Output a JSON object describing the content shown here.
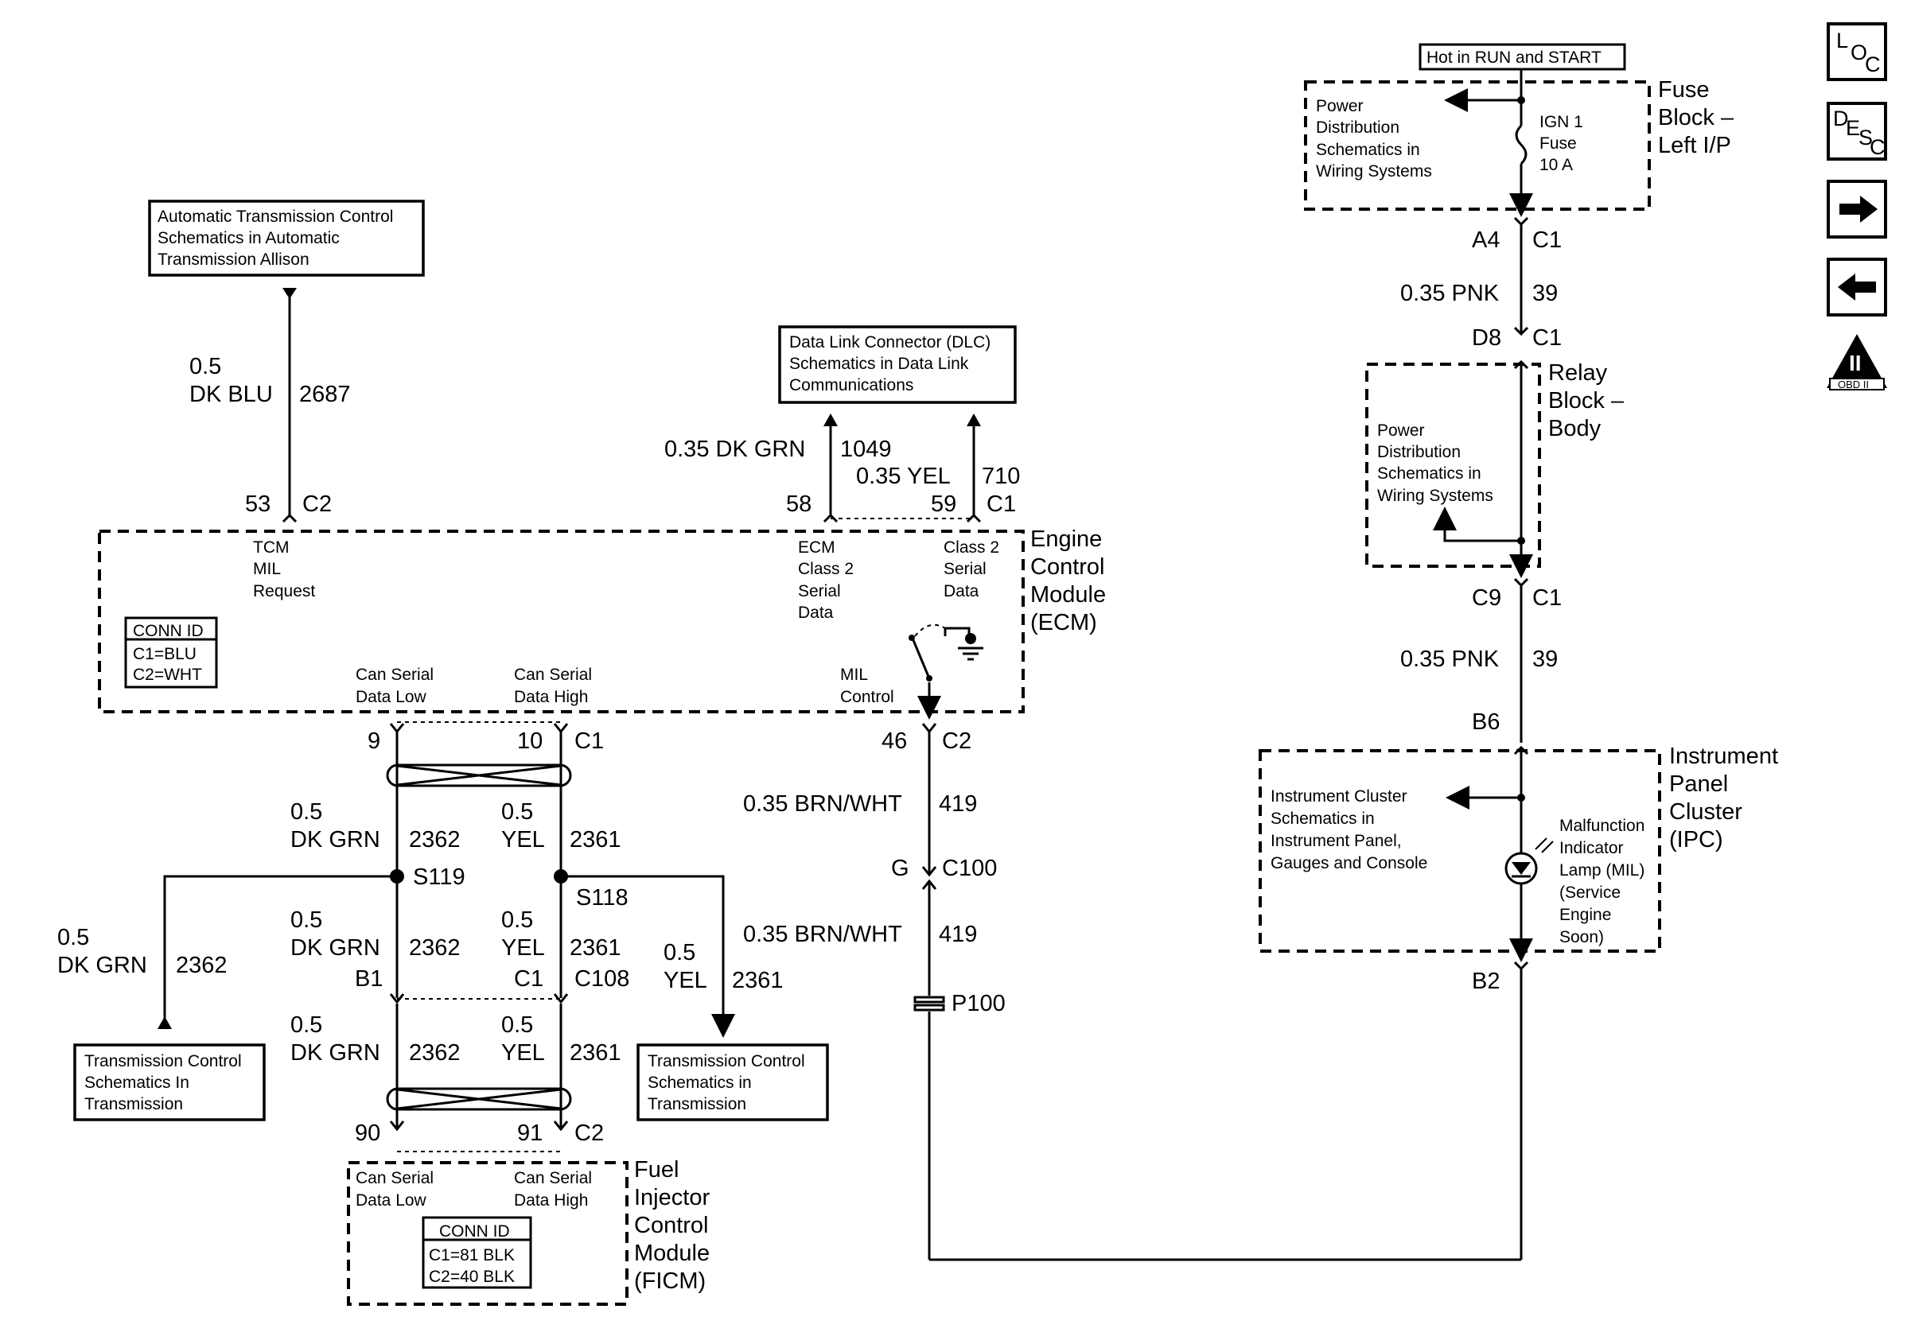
{
  "refs": {
    "trans_allison": [
      "Automatic Transmission Control",
      "Schematics in Automatic",
      "Transmission Allison"
    ],
    "dlc": [
      "Data Link Connector (DLC)",
      "Schematics in Data Link",
      "Communications"
    ],
    "trans_left": [
      "Transmission Control",
      "Schematics In",
      "Transmission"
    ],
    "trans_right": [
      "Transmission Control",
      "Schematics in",
      "Transmission"
    ],
    "hot_label": "Hot in RUN and START"
  },
  "fuse_block": {
    "name": [
      "Fuse",
      "Block –",
      "Left I/P"
    ],
    "pd_ref": [
      "Power",
      "Distribution",
      "Schematics in",
      "Wiring Systems"
    ],
    "fuse": [
      "IGN 1",
      "Fuse",
      "10 A"
    ]
  },
  "relay_block": {
    "name": [
      "Relay",
      "Block –",
      "Body"
    ],
    "pd_ref": [
      "Power",
      "Distribution",
      "Schematics in",
      "Wiring Systems"
    ]
  },
  "ipc": {
    "name": [
      "Instrument",
      "Panel",
      "Cluster",
      "(IPC)"
    ],
    "ref": [
      "Instrument  Cluster",
      "Schematics in",
      "Instrument Panel,",
      "Gauges and Console"
    ],
    "lamp": [
      "Malfunction",
      "Indicator",
      "Lamp (MIL)",
      "(Service",
      "Engine",
      "Soon)"
    ]
  },
  "ecm": {
    "name": [
      "Engine",
      "Control",
      "Module",
      "(ECM)"
    ],
    "tcm_mil": [
      "TCM",
      "MIL",
      "Request"
    ],
    "ecm_serial": [
      "ECM",
      "Class 2",
      "Serial",
      "Data"
    ],
    "class2_serial": [
      "Class 2",
      "Serial",
      "Data"
    ],
    "can_low": [
      "Can Serial",
      "Data Low"
    ],
    "can_high": [
      "Can Serial",
      "Data High"
    ],
    "mil_control": [
      "MIL",
      "Control"
    ],
    "conn_id": {
      "title": "CONN ID",
      "c1": "C1=BLU",
      "c2": "C2=WHT"
    }
  },
  "ficm": {
    "name": [
      "Fuel",
      "Injector",
      "Control",
      "Module",
      "(FICM)"
    ],
    "can_low": [
      "Can Serial",
      "Data Low"
    ],
    "can_high": [
      "Can Serial",
      "Data High"
    ],
    "conn_id": {
      "title": "CONN ID",
      "c1": "C1=81 BLK",
      "c2": "C2=40 BLK"
    }
  },
  "wires": {
    "tcm_gauge": "0.5",
    "tcm_color": "DK BLU",
    "tcm_circuit": "2687",
    "dlc_grn": "0.35 DK GRN",
    "dlc_grn_circuit": "1049",
    "dlc_yel": "0.35 YEL",
    "dlc_yel_circuit": "710",
    "can_gauge": "0.5",
    "can_low_color": "DK GRN",
    "can_low_circuit": "2362",
    "can_high_color": "YEL",
    "can_high_circuit": "2361",
    "mil_wire": "0.35 BRN/WHT",
    "mil_circuit": "419",
    "pnk_wire": "0.35 PNK",
    "pnk_circuit": "39"
  },
  "pins": {
    "p53": "53",
    "c2": "C2",
    "p58": "58",
    "p59": "59",
    "c1": "C1",
    "p9": "9",
    "p10": "10",
    "p46": "46",
    "g": "G",
    "c100": "C100",
    "b1": "B1",
    "c108": "C108",
    "p90": "90",
    "p91": "91",
    "a4": "A4",
    "d8": "D8",
    "c9": "C9",
    "b6": "B6",
    "b2": "B2",
    "s119": "S119",
    "s118": "S118",
    "p100": "P100"
  },
  "nav": {
    "loc": [
      "L",
      "O",
      "C"
    ],
    "desc": [
      "D",
      "E",
      "S",
      "C"
    ],
    "obd": "OBD II",
    "obd_num": "II"
  }
}
